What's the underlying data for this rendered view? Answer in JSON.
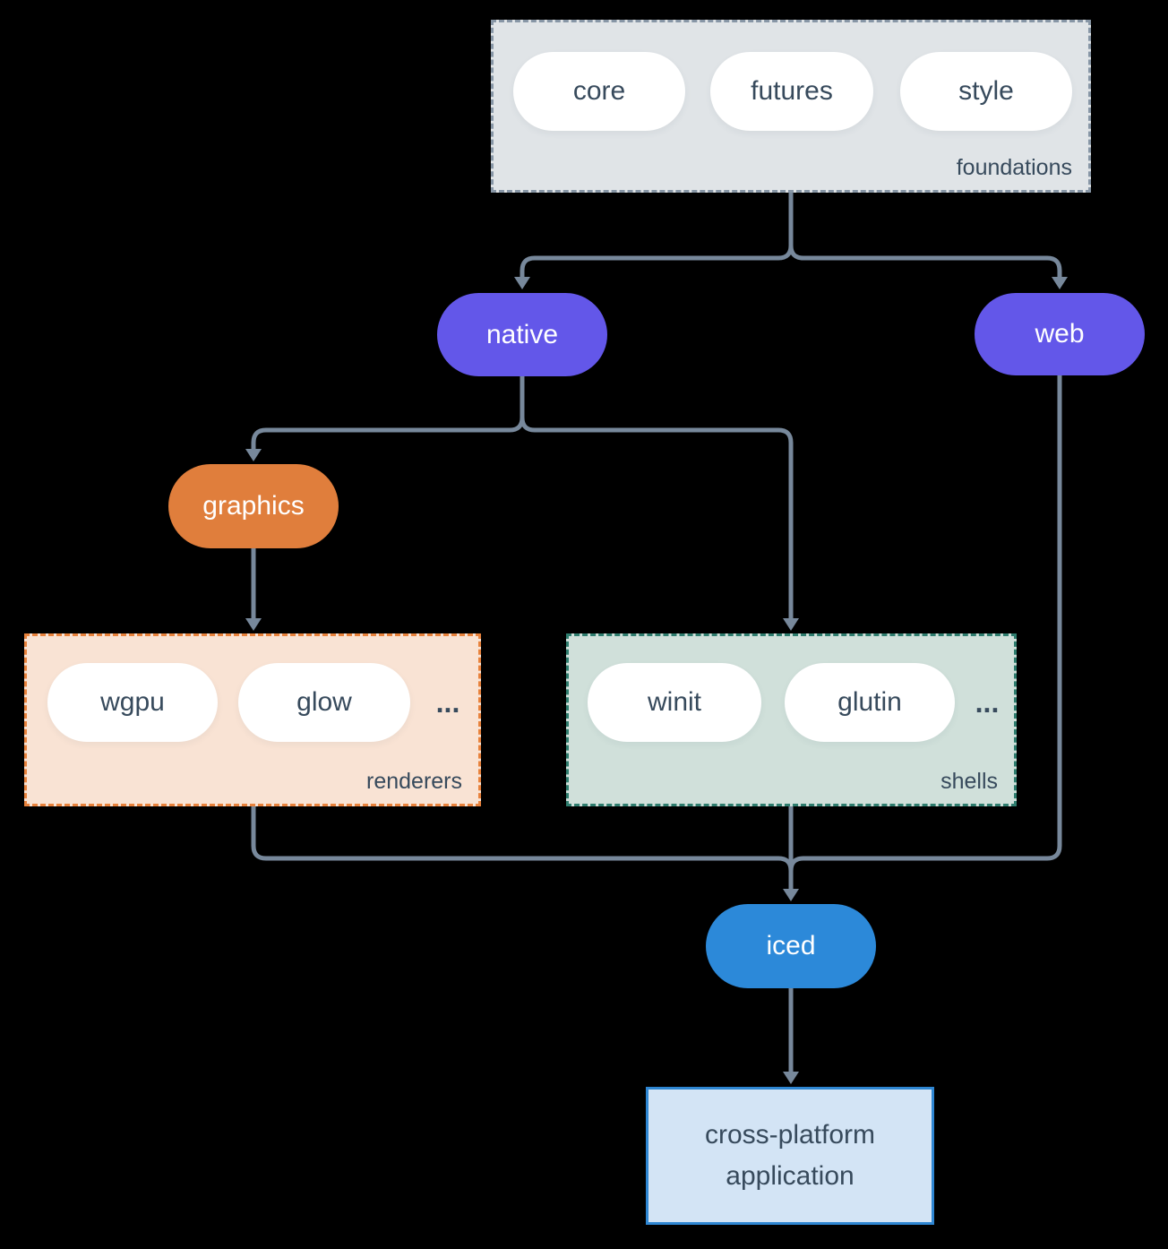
{
  "groups": {
    "foundations": {
      "label": "foundations",
      "pills": [
        "core",
        "futures",
        "style"
      ]
    },
    "renderers": {
      "label": "renderers",
      "pills": [
        "wgpu",
        "glow"
      ],
      "ellipsis": "..."
    },
    "shells": {
      "label": "shells",
      "pills": [
        "winit",
        "glutin"
      ],
      "ellipsis": "..."
    }
  },
  "nodes": {
    "native": {
      "label": "native"
    },
    "web": {
      "label": "web"
    },
    "graphics": {
      "label": "graphics"
    },
    "iced": {
      "label": "iced"
    },
    "app": {
      "line1": "cross-platform",
      "line2": "application"
    }
  },
  "colors": {
    "background": "#000000",
    "arrow": "#77889b",
    "node_purple": "#6357e9",
    "node_orange": "#e07e3c",
    "node_blue": "#2c89d9",
    "foundations_bg": "#e0e4e7",
    "foundations_border": "#8796a6",
    "renderers_bg": "#f9e3d4",
    "renderers_border": "#e8823c",
    "shells_bg": "#d0e0da",
    "shells_border": "#2e7d6e",
    "app_bg": "#d3e4f5",
    "app_border": "#2e86d2",
    "text_dark": "#374a5c",
    "text_light": "#ffffff"
  }
}
